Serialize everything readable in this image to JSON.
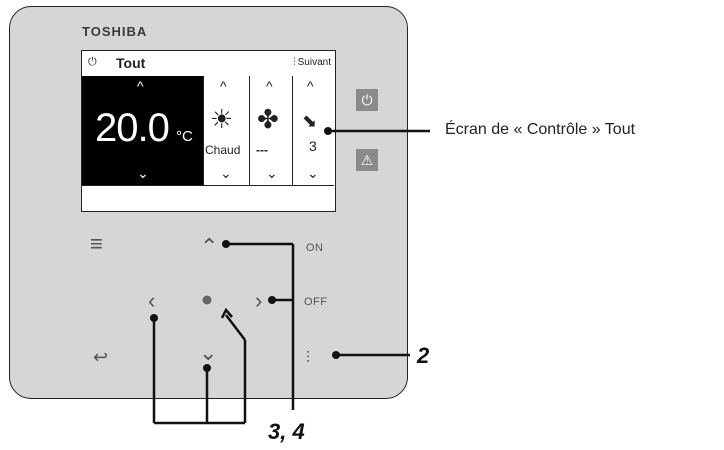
{
  "brand": "TOSHIBA",
  "screen": {
    "power_glyph": "⏻",
    "title": "Tout",
    "next_icon": "⫶",
    "next_label": "Suivant",
    "temperature": "20",
    "temperature_decimal": "0",
    "temp_unit": "°C",
    "mode_label": "Chaud",
    "fan_label": "---",
    "louver_value": "3"
  },
  "buttons": {
    "on_label": "ON",
    "off_label": "OFF"
  },
  "callouts": {
    "screen_caption": "Écran de « Contrôle » Tout",
    "step_2": "2",
    "step_3_4": "3, 4"
  },
  "colors": {
    "panel": "#d6d6d6",
    "button_gray": "#8a8a8a"
  }
}
